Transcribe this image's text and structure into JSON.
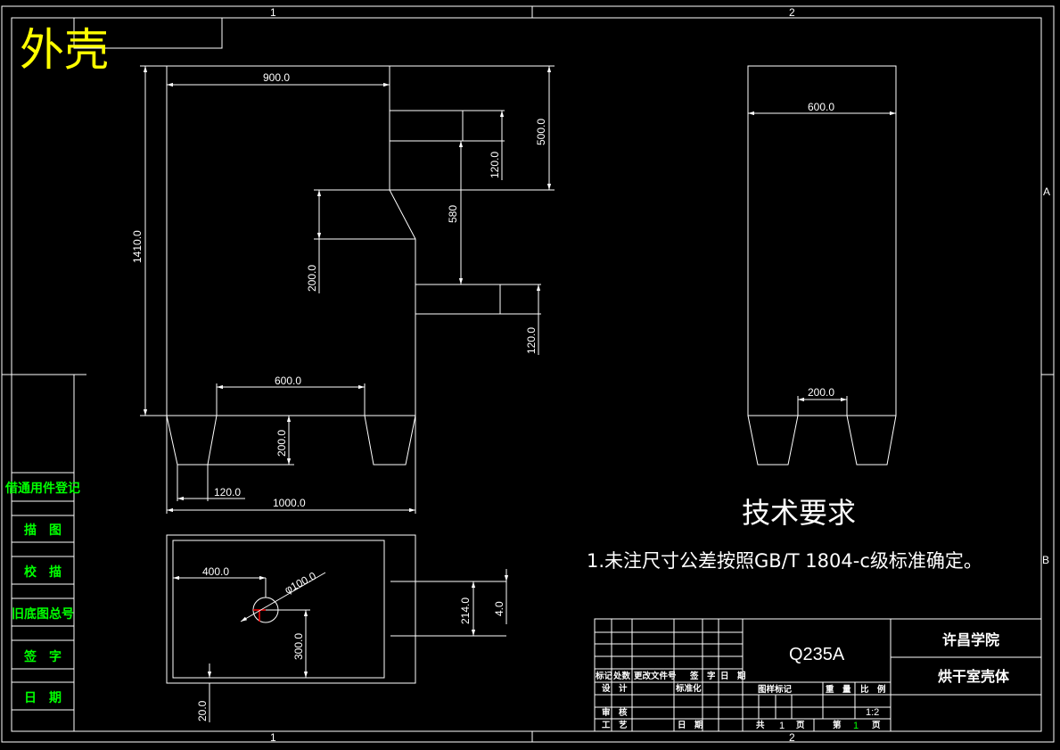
{
  "title_label": "外壳",
  "zone_numbers": {
    "col1": "1",
    "col2": "2",
    "rowA": "A",
    "rowB": "B"
  },
  "front_view": {
    "dim_width_900": "900.0",
    "dim_height_1410": "1410.0",
    "dim_500": "500.0",
    "dim_120_upper": "120.0",
    "dim_580": "580",
    "dim_200_side": "200.0",
    "dim_120_lower": "120.0",
    "dim_600": "600.0",
    "dim_200_leg": "200.0",
    "dim_120_leg": "120.0",
    "dim_1000": "1000.0"
  },
  "side_view": {
    "dim_600": "600.0",
    "dim_200": "200.0"
  },
  "top_view": {
    "dim_400": "400.0",
    "dim_dia100": "φ100.0",
    "dim_214": "214.0",
    "dim_4": "4.0",
    "dim_300": "300.0",
    "dim_20": "20.0"
  },
  "tech_requirements": {
    "heading": "技术要求",
    "note": "1.未注尺寸公差按照GB/T 1804-c级标准确定。"
  },
  "left_stamps": [
    "借通用件登记",
    "描　图",
    "校　描",
    "旧底图总号",
    "签　字",
    "日　期"
  ],
  "title_block": {
    "material": "Q235A",
    "school": "许昌学院",
    "part_name": "烘干室壳体",
    "rev_headers": [
      "标记",
      "处数",
      "更改文件号",
      "签　字",
      "日　期"
    ],
    "design": "设　计",
    "standardize": "标准化",
    "review": "审　核",
    "process": "工　艺",
    "date": "日　期",
    "stage_mark": "图样标记",
    "weight": "重　量",
    "scale_label": "比　例",
    "scale_value": "1:2",
    "total_label_a": "共",
    "total_value": "1",
    "total_label_b": "页",
    "sheet_label_a": "第",
    "sheet_value": "1",
    "sheet_label_b": "页"
  },
  "colors": {
    "background": "#000000",
    "lines": "#ffffff",
    "title_label": "#ffff00",
    "stamps": "#00ff00",
    "center_mark": "#ff0000"
  }
}
